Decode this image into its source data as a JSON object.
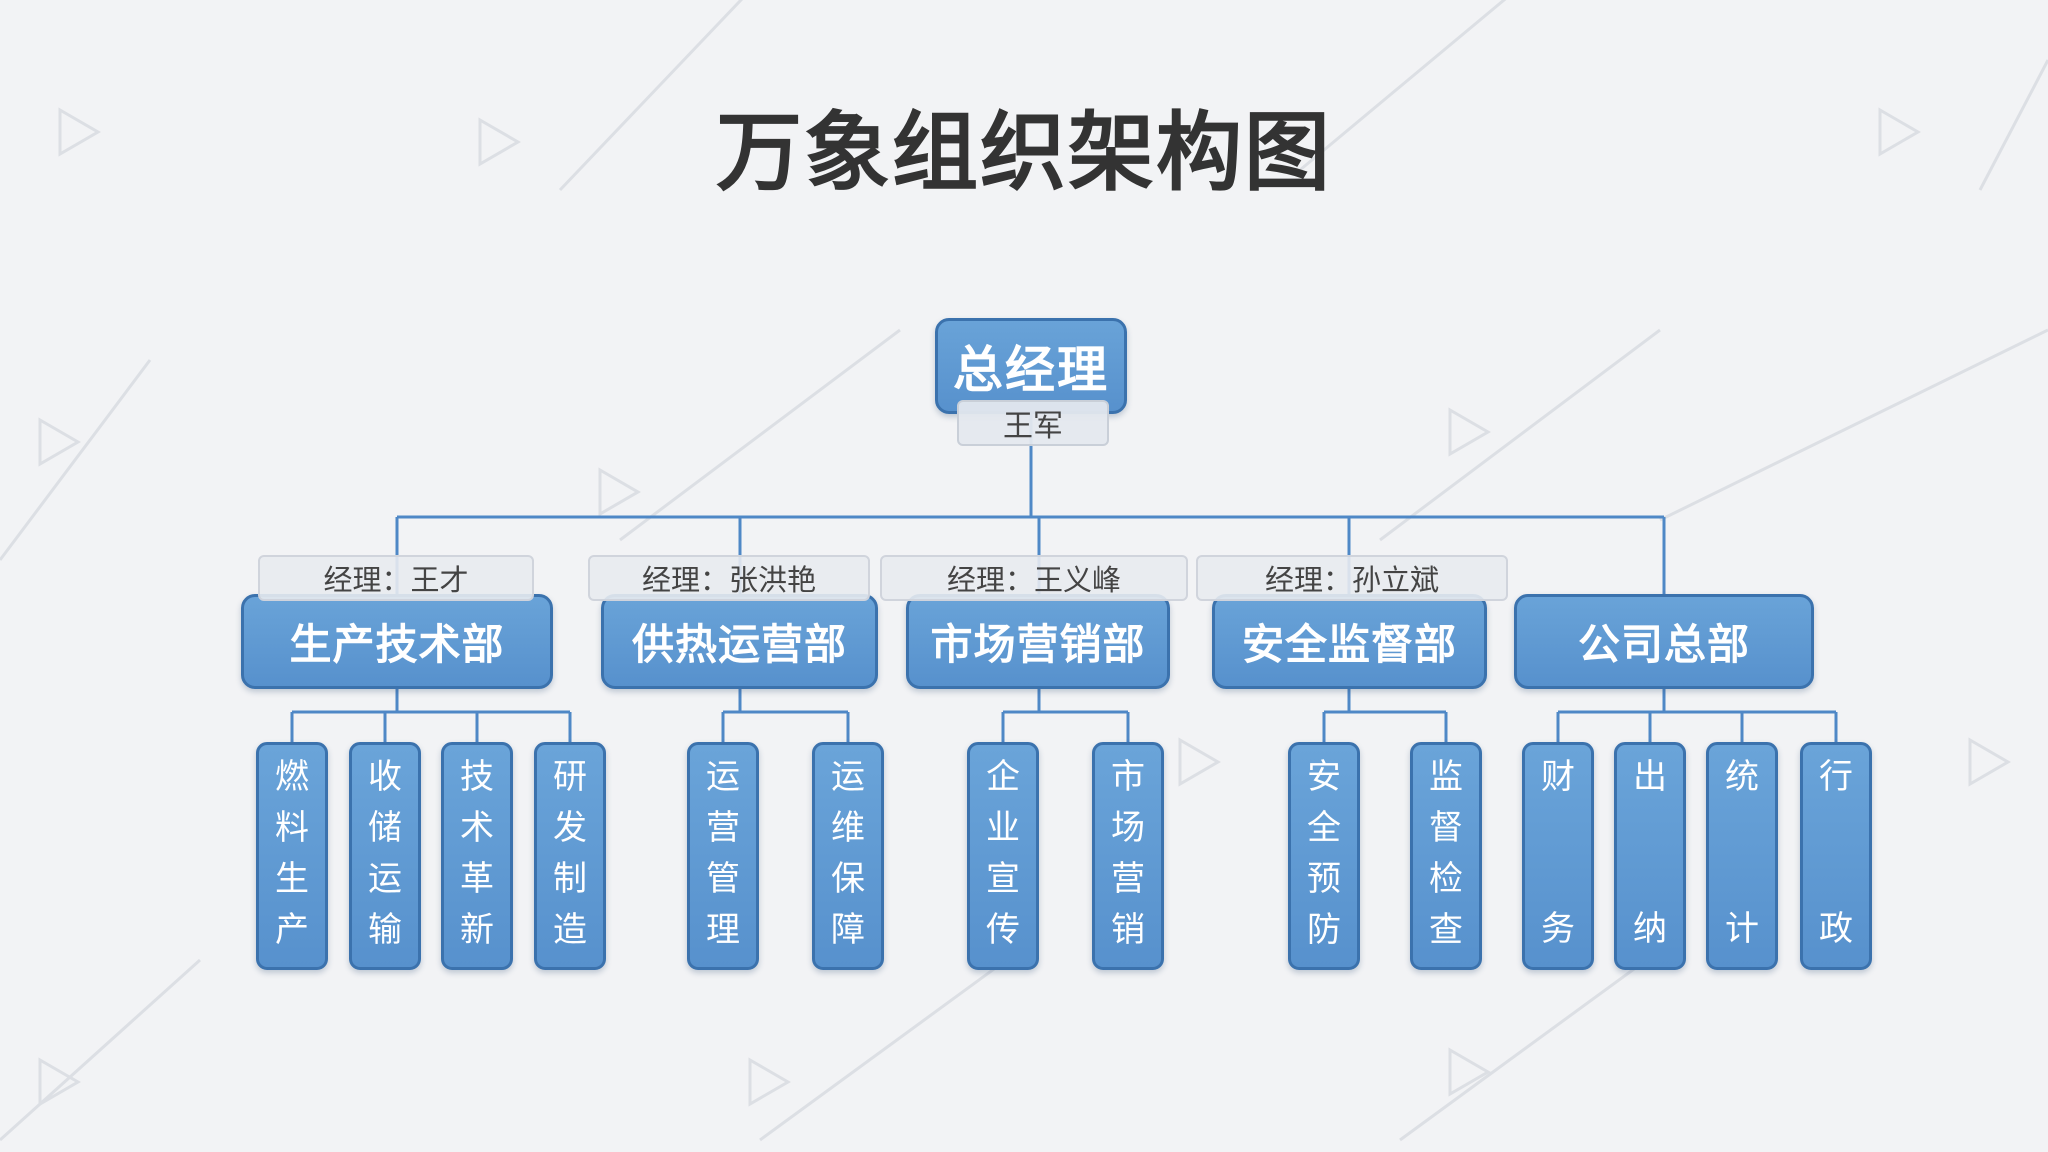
{
  "title": "万象组织架构图",
  "colors": {
    "box_fill": "#5b95cf",
    "box_border": "#3b72ad",
    "connector": "#4f88c6",
    "title_text": "#333333",
    "background": "#f2f3f5"
  },
  "top": {
    "title": "总经理",
    "manager": "王军"
  },
  "departments": [
    {
      "name": "生产技术部",
      "manager": "经理：王才",
      "subs": [
        "燃料生产",
        "收储运输",
        "技术革新",
        "研发制造"
      ]
    },
    {
      "name": "供热运营部",
      "manager": "经理：张洪艳",
      "subs": [
        "运营管理",
        "运维保障"
      ]
    },
    {
      "name": "市场营销部",
      "manager": "经理：王义峰",
      "subs": [
        "企业宣传",
        "市场营销"
      ]
    },
    {
      "name": "安全监督部",
      "manager": "经理：孙立斌",
      "subs": [
        "安全预防",
        "监督检查"
      ]
    },
    {
      "name": "公司总部",
      "manager": "",
      "subs": [
        "财务",
        "出纳",
        "统计",
        "行政"
      ]
    }
  ]
}
